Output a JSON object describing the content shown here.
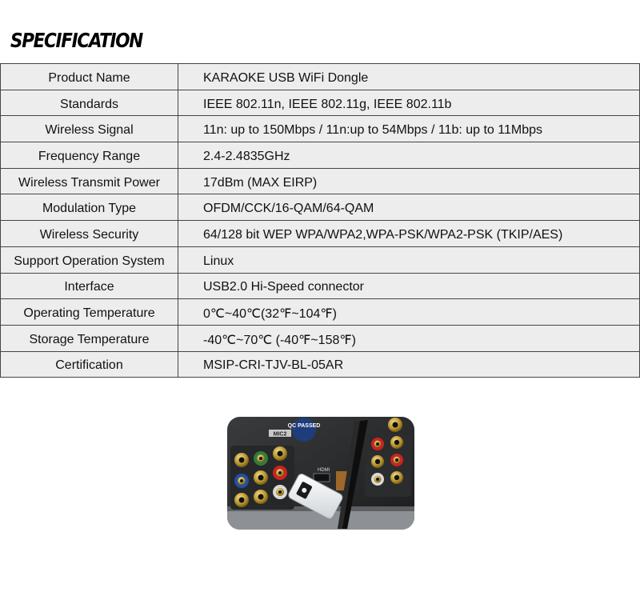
{
  "title": "SPECIFICATION",
  "specs": [
    {
      "label": "Product Name",
      "value": "KARAOKE USB WiFi Dongle"
    },
    {
      "label": "Standards",
      "value": "IEEE 802.11n, IEEE 802.11g, IEEE 802.11b"
    },
    {
      "label": "Wireless Signal",
      "value": "11n: up to 150Mbps / 11n:up to 54Mbps / 11b: up to 11Mbps"
    },
    {
      "label": "Frequency Range",
      "value": "2.4-2.4835GHz"
    },
    {
      "label": "Wireless Transmit Power",
      "value": "17dBm (MAX EIRP)"
    },
    {
      "label": "Modulation Type",
      "value": "OFDM/CCK/16-QAM/64-QAM"
    },
    {
      "label": "Wireless Security",
      "value": "64/128 bit WEP WPA/WPA2,WPA-PSK/WPA2-PSK (TKIP/AES)"
    },
    {
      "label": "Support Operation System",
      "value": "Linux"
    },
    {
      "label": "Interface",
      "value": "USB2.0 Hi-Speed connector"
    },
    {
      "label": "Operating Temperature",
      "value": "0℃~40℃(32℉~104℉)"
    },
    {
      "label": "Storage Temperature",
      "value": "-40℃~70℃ (-40℉~158℉)"
    },
    {
      "label": "Certification",
      "value": "MSIP-CRI-TJV-BL-05AR"
    }
  ],
  "photo": {
    "sticker": "QC PASSED",
    "panel_label": "MIC2",
    "port_label": "HDMI"
  }
}
